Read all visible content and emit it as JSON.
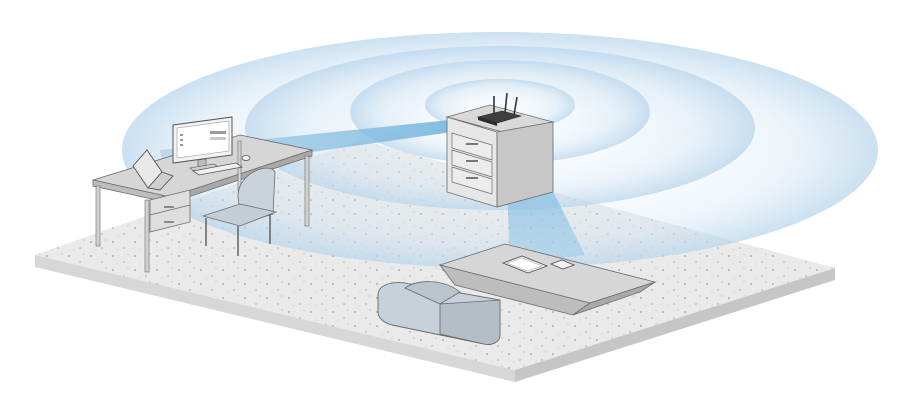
{
  "scene": {
    "caption": "",
    "colors": {
      "background": "#ffffff",
      "wifi_wave": "#b9d6ec",
      "beam": "#7fbde2",
      "floor_top": "#e9e9e9",
      "floor_side": "#cfcfcf",
      "furniture": "#d8d8d8",
      "furniture_dark": "#a9a9a9",
      "outline": "#6b6b6b",
      "chair": "#c9d3db",
      "sofa": "#c7d1d9"
    },
    "elements": [
      {
        "name": "floor-slab",
        "icon": "floor-icon"
      },
      {
        "name": "wifi-signal-waves",
        "icon": "wifi-waves-icon"
      },
      {
        "name": "desk",
        "icon": "desk-icon"
      },
      {
        "name": "computer-monitor",
        "icon": "monitor-icon"
      },
      {
        "name": "laptop",
        "icon": "laptop-icon"
      },
      {
        "name": "keyboard",
        "icon": "keyboard-icon"
      },
      {
        "name": "mouse",
        "icon": "mouse-icon"
      },
      {
        "name": "office-chair",
        "icon": "chair-icon"
      },
      {
        "name": "router-cabinet",
        "icon": "cabinet-icon"
      },
      {
        "name": "wireless-router",
        "icon": "router-icon"
      },
      {
        "name": "coffee-table",
        "icon": "table-icon"
      },
      {
        "name": "tablet",
        "icon": "tablet-icon"
      },
      {
        "name": "smartphone",
        "icon": "phone-icon"
      },
      {
        "name": "armchair",
        "icon": "armchair-icon"
      },
      {
        "name": "signal-beam-to-desk",
        "icon": "beam-icon"
      },
      {
        "name": "signal-beam-to-table",
        "icon": "beam-icon"
      }
    ]
  }
}
